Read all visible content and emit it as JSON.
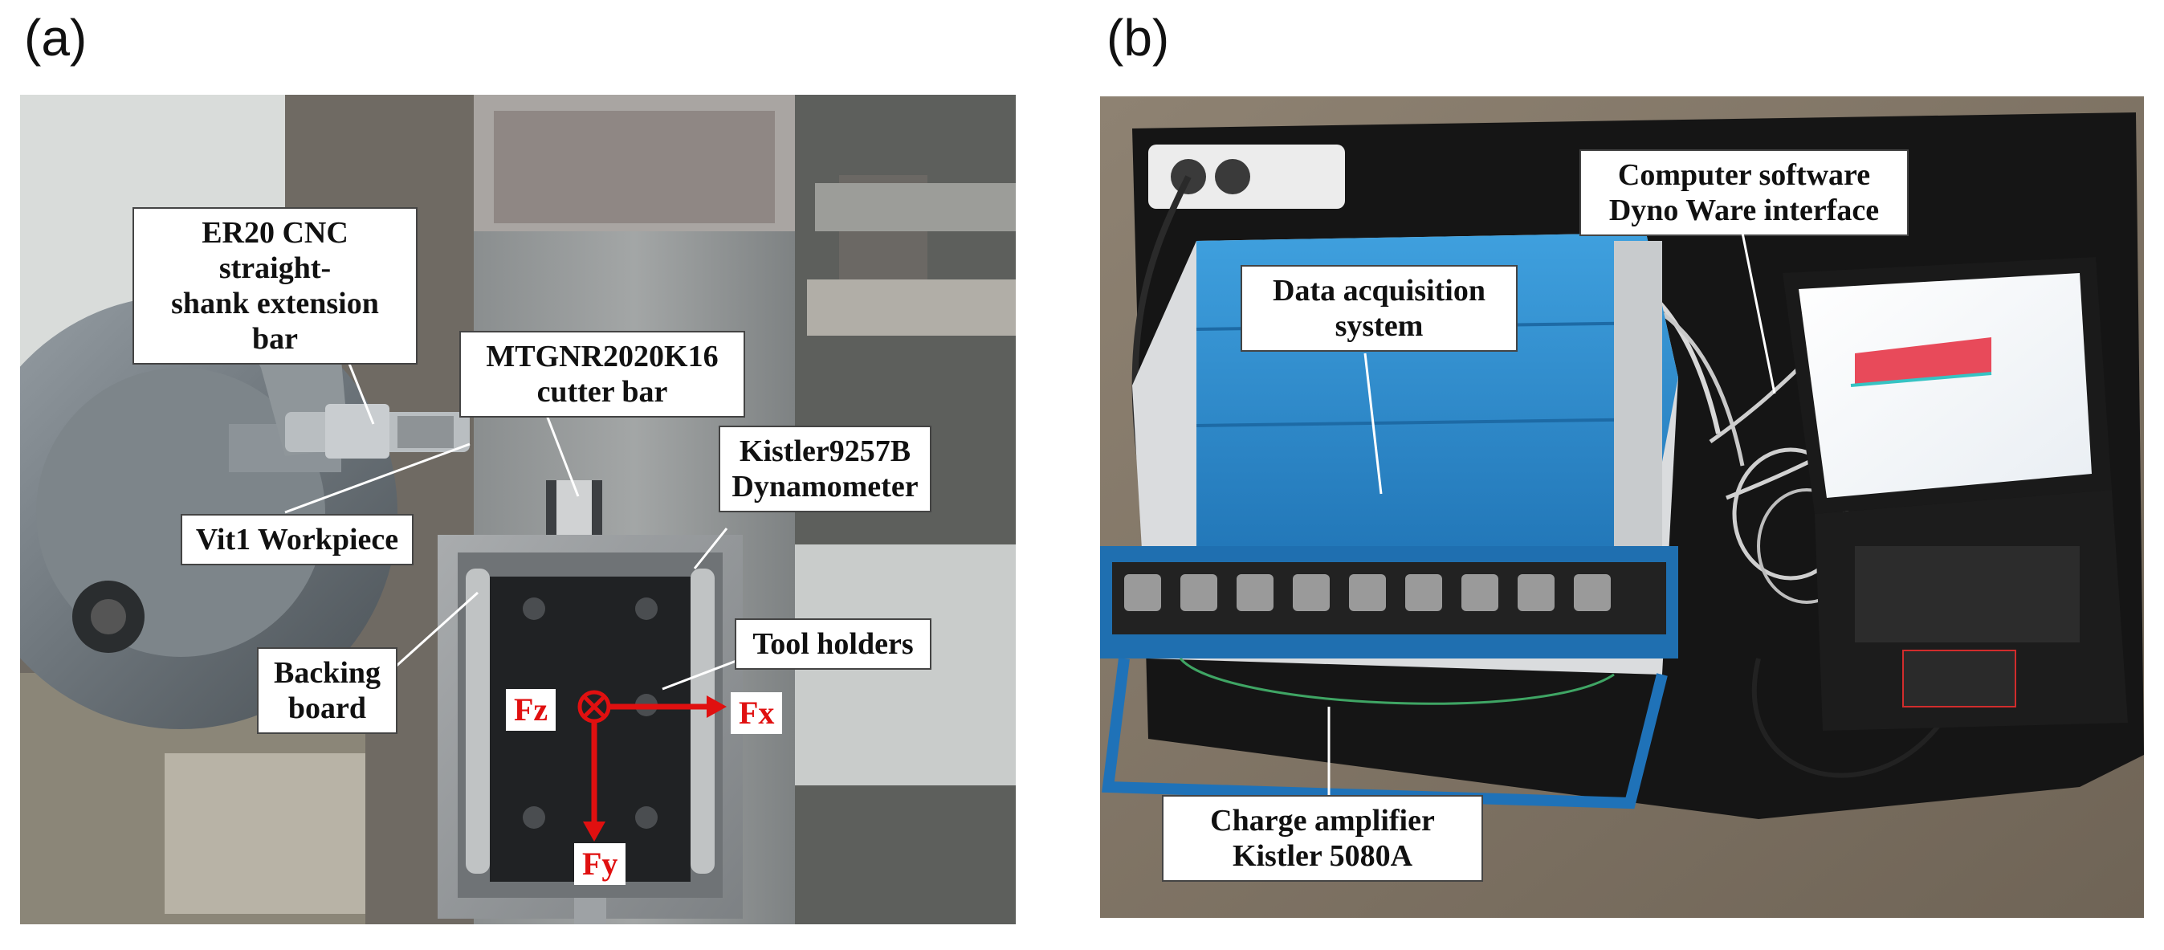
{
  "panels": [
    {
      "tag": "(a)",
      "labels": {
        "extension_bar": [
          "ER20 CNC straight-",
          "shank extension bar"
        ],
        "cutter_bar": [
          "MTGNR2020K16",
          "cutter bar"
        ],
        "dynamometer": [
          "Kistler9257B",
          "Dynamometer"
        ],
        "workpiece": "Vit1 Workpiece",
        "tool_holders": "Tool holders",
        "backing_board": [
          "Backing",
          "board"
        ]
      },
      "forces": {
        "fz": "Fz",
        "fx": "Fx",
        "fy": "Fy"
      }
    },
    {
      "tag": "(b)",
      "labels": {
        "computer": [
          "Computer software",
          "Dyno Ware interface"
        ],
        "daq": [
          "Data acquisition",
          "system"
        ],
        "amplifier": [
          "Charge amplifier",
          "Kistler 5080A"
        ]
      }
    }
  ],
  "colors": {
    "force": "#e01010",
    "screen_plot": "#e84a5a",
    "enclosure": "#2f8fd0"
  }
}
